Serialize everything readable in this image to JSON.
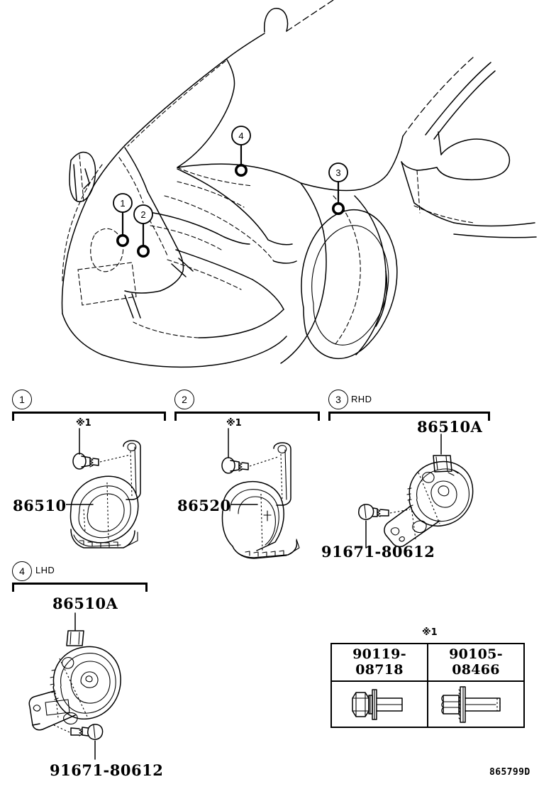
{
  "diagram": {
    "drawing_number": "865799D",
    "note_symbol": "※1"
  },
  "vehicle_callouts": [
    {
      "id": "1",
      "label": "1"
    },
    {
      "id": "2",
      "label": "2"
    },
    {
      "id": "3",
      "label": "3"
    },
    {
      "id": "4",
      "label": "4"
    }
  ],
  "sections": [
    {
      "badge": "1",
      "hand": "",
      "parts": [
        {
          "number": "86510",
          "name": "horn-low-pitched"
        }
      ],
      "note": "※1"
    },
    {
      "badge": "2",
      "hand": "",
      "parts": [
        {
          "number": "86520",
          "name": "horn-high-pitched"
        }
      ],
      "note": "※1"
    },
    {
      "badge": "3",
      "hand": "RHD",
      "parts": [
        {
          "number": "86510A",
          "name": "horn-assembly"
        },
        {
          "number": "91671-80612",
          "name": "bolt"
        }
      ],
      "note": ""
    },
    {
      "badge": "4",
      "hand": "LHD",
      "parts": [
        {
          "number": "86510A",
          "name": "horn-assembly"
        },
        {
          "number": "91671-80612",
          "name": "bolt"
        }
      ],
      "note": ""
    }
  ],
  "fastener_table": {
    "note_symbol": "※1",
    "columns": [
      {
        "part_number": "90119-08718",
        "icon": "bolt-hex-washer"
      },
      {
        "part_number": "90105-08466",
        "icon": "bolt-flange"
      }
    ]
  }
}
